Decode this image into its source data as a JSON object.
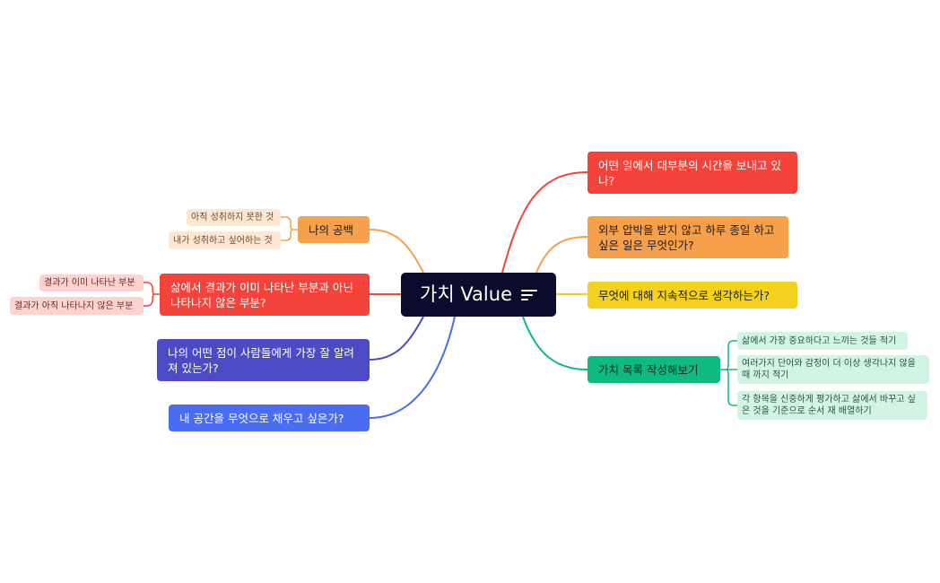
{
  "root": {
    "label": "가치 Value",
    "icon": "menu-lines-icon",
    "color": "#0b0b2b"
  },
  "colors": {
    "red": "#f4433b",
    "orange": "#f6a04c",
    "yellow": "#f2d21e",
    "green": "#10b981",
    "indigo": "#4c4bc5",
    "blue": "#4a6cf0"
  },
  "right_branches": [
    {
      "label": "어떤 일에서 대부분의 시간을 보내고 있나?"
    },
    {
      "label": "외부 압박을 받지 않고 하루 종일 하고 싶은 일은 무엇인가?"
    },
    {
      "label": "무엇에 대해 지속적으로 생각하는가?"
    },
    {
      "label": "가치 목록 작성해보기",
      "children": [
        {
          "label": "삶에서 가장 중요하다고 느끼는 것들 적기"
        },
        {
          "label": "여러가지 단어와 감정이 더 이상 생각나지 않을 때 까지 적기"
        },
        {
          "label": "각 항목을 신중하게 평가하고 삶에서 바꾸고 싶은 것을 기준으로 순서 재 배열하기"
        }
      ]
    }
  ],
  "left_branches": [
    {
      "label": "나의 공백",
      "children": [
        {
          "label": "아직 성취하지 못한 것"
        },
        {
          "label": "내가 성취하고 싶어하는 것"
        }
      ]
    },
    {
      "label": "삶에서 결과가 이미 나타난 부분과 아닌 나타나지 않은 부분?",
      "children": [
        {
          "label": "결과가 이미 나타난 부분"
        },
        {
          "label": "결과가 아직 나타나지 않은 부분"
        }
      ]
    },
    {
      "label": "나의 어떤 점이 사람들에게 가장 잘 알려져 있는가?"
    },
    {
      "label": "내 공간을 무엇으로 채우고 싶은가?"
    }
  ]
}
